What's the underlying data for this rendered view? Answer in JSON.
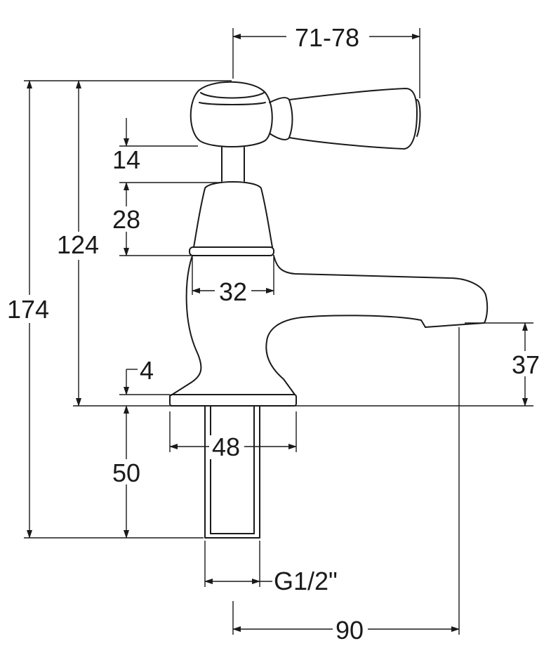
{
  "drawing": {
    "dimensions": {
      "handle_reach": "71-78",
      "overall_height": "174",
      "height_above_deck": "124",
      "stem_height": "14",
      "shroud_height": "28",
      "shroud_width": "32",
      "flange_thickness": "4",
      "spout_height": "37",
      "base_width": "48",
      "tail_length": "50",
      "thread_size": "G1/2\"",
      "spout_projection": "90"
    },
    "colors": {
      "line": "#1a1a1a",
      "background": "#ffffff"
    }
  }
}
